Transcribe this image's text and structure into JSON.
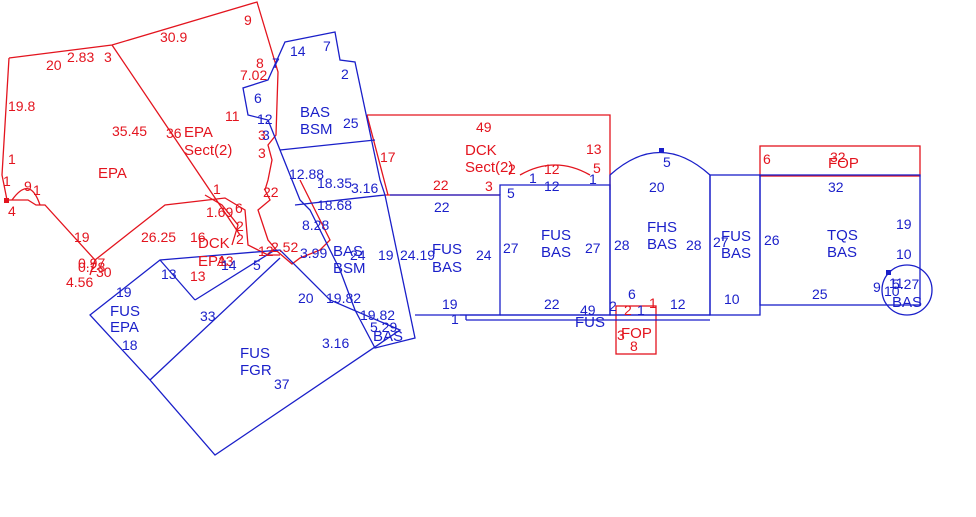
{
  "colors": {
    "red": "#e3141e",
    "blue": "#1a1fc9"
  },
  "areas": {
    "epa": "EPA",
    "epa_sect": [
      "EPA",
      "Sect(2)"
    ],
    "dck_epa": [
      "DCK",
      "EPA"
    ],
    "fus_epa": [
      "FUS",
      "EPA"
    ],
    "fus_fgr": [
      "FUS",
      "FGR"
    ],
    "bas_bsm_top": [
      "BAS",
      "BSM"
    ],
    "bas_bsm_mid": [
      "BAS",
      "BSM"
    ],
    "bas_small": [
      "BAS"
    ],
    "dck_sect": [
      "DCK",
      "Sect(2)"
    ],
    "fus_bas_1": [
      "FUS",
      "BAS"
    ],
    "fus_bas_2": [
      "FUS",
      "BAS"
    ],
    "fhs_bas": [
      "FHS",
      "BAS"
    ],
    "fus_bas_3": [
      "FUS",
      "BAS"
    ],
    "fop_top": "FOP",
    "tqs_bas": [
      "TQS",
      "BAS"
    ],
    "fus_small": "FUS",
    "fop_small": "FOP",
    "bas_circle": [
      "BAS"
    ]
  },
  "dimensions": {
    "red": [
      "30.9",
      "9",
      "20",
      "2.83",
      "3",
      "8",
      "7.02",
      "19.8",
      "35.45",
      "36",
      "11",
      "3",
      "3",
      "1",
      "9",
      "1",
      "4",
      "1",
      "22",
      "1",
      "1.69",
      "6",
      "2",
      "2",
      "19",
      "26.25",
      "16",
      "0.97",
      "0.28",
      "4.56",
      "30",
      "13",
      "13",
      "12",
      "2.52",
      "49",
      "17",
      "22",
      "3",
      "12",
      "2",
      "13",
      "5",
      "6",
      "32",
      "2",
      "1",
      "8",
      "3"
    ],
    "blue": [
      "14",
      "7",
      "7",
      "2",
      "6",
      "12",
      "3",
      "25",
      "12.88",
      "18.35",
      "3.16",
      "18.68",
      "8.28",
      "3.99",
      "24",
      "19",
      "24.19",
      "24",
      "22",
      "5",
      "1",
      "12",
      "1",
      "27",
      "27",
      "5",
      "20",
      "28",
      "28",
      "27",
      "26",
      "32",
      "19",
      "10",
      "25",
      "9",
      "10",
      "11",
      "5.27",
      "13",
      "14",
      "5",
      "19",
      "18",
      "33",
      "37",
      "20",
      "19.82",
      "19.82",
      "3.16",
      "5.29",
      "19",
      "1",
      "22",
      "49",
      "6",
      "2",
      "1",
      "12",
      "10"
    ]
  }
}
